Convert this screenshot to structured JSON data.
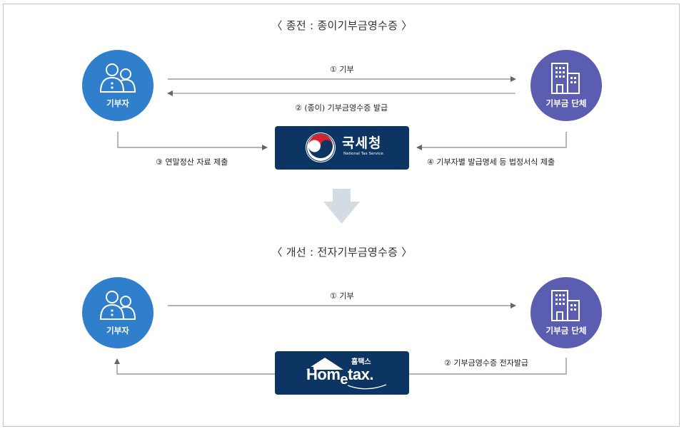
{
  "sections": {
    "before_title": "〈 종전 : 종이기부금영수증 〉",
    "after_title": "〈 개선 : 전자기부금영수증 〉"
  },
  "nodes": {
    "donor_label": "기부자",
    "org_label": "기부금 단체",
    "nts_name": "국세청",
    "nts_sub": "National Tax Service",
    "hometax_kr": "홈택스",
    "hometax_en_1": "Hom",
    "hometax_en_e": "e",
    "hometax_en_2": "tax."
  },
  "before_flows": {
    "step1": "① 기부",
    "step2": "② (종이) 기부금영수증 발급",
    "step3": "③ 연말정산 자료 제출",
    "step4": "④ 기부자별 발급명세 등 법정서식 제출"
  },
  "after_flows": {
    "step1": "① 기부",
    "step2": "② 기부금영수증 전자발급"
  },
  "colors": {
    "donor": "#2f7fcc",
    "org": "#5b5db0",
    "logo_bg": "#0d3563",
    "arrow": "#777777",
    "big_arrow": "#d3dce5",
    "nts_red": "#d8212f"
  }
}
